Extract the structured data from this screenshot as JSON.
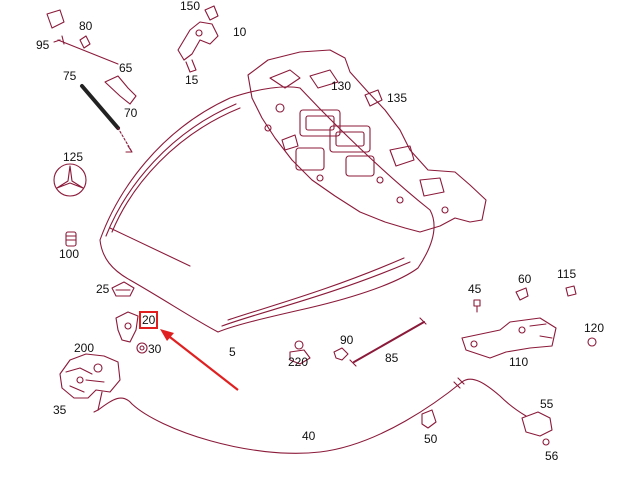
{
  "diagram": {
    "line_color": "#8b1a3a",
    "highlight_color": "#e02020",
    "highlighted_part": "20",
    "callouts": [
      {
        "id": "150",
        "text": "150"
      },
      {
        "id": "80",
        "text": "80"
      },
      {
        "id": "95",
        "text": "95"
      },
      {
        "id": "10",
        "text": "10"
      },
      {
        "id": "65",
        "text": "65"
      },
      {
        "id": "75",
        "text": "75"
      },
      {
        "id": "15",
        "text": "15"
      },
      {
        "id": "130",
        "text": "130"
      },
      {
        "id": "70",
        "text": "70"
      },
      {
        "id": "135",
        "text": "135"
      },
      {
        "id": "125",
        "text": "125"
      },
      {
        "id": "100",
        "text": "100"
      },
      {
        "id": "45",
        "text": "45"
      },
      {
        "id": "60",
        "text": "60"
      },
      {
        "id": "115",
        "text": "115"
      },
      {
        "id": "25",
        "text": "25"
      },
      {
        "id": "20",
        "text": "20"
      },
      {
        "id": "120",
        "text": "120"
      },
      {
        "id": "90",
        "text": "90"
      },
      {
        "id": "200",
        "text": "200"
      },
      {
        "id": "30",
        "text": "30"
      },
      {
        "id": "5",
        "text": "5"
      },
      {
        "id": "220",
        "text": "220"
      },
      {
        "id": "85",
        "text": "85"
      },
      {
        "id": "110",
        "text": "110"
      },
      {
        "id": "35",
        "text": "35"
      },
      {
        "id": "55",
        "text": "55"
      },
      {
        "id": "40",
        "text": "40"
      },
      {
        "id": "50",
        "text": "50"
      },
      {
        "id": "56",
        "text": "56"
      }
    ]
  }
}
